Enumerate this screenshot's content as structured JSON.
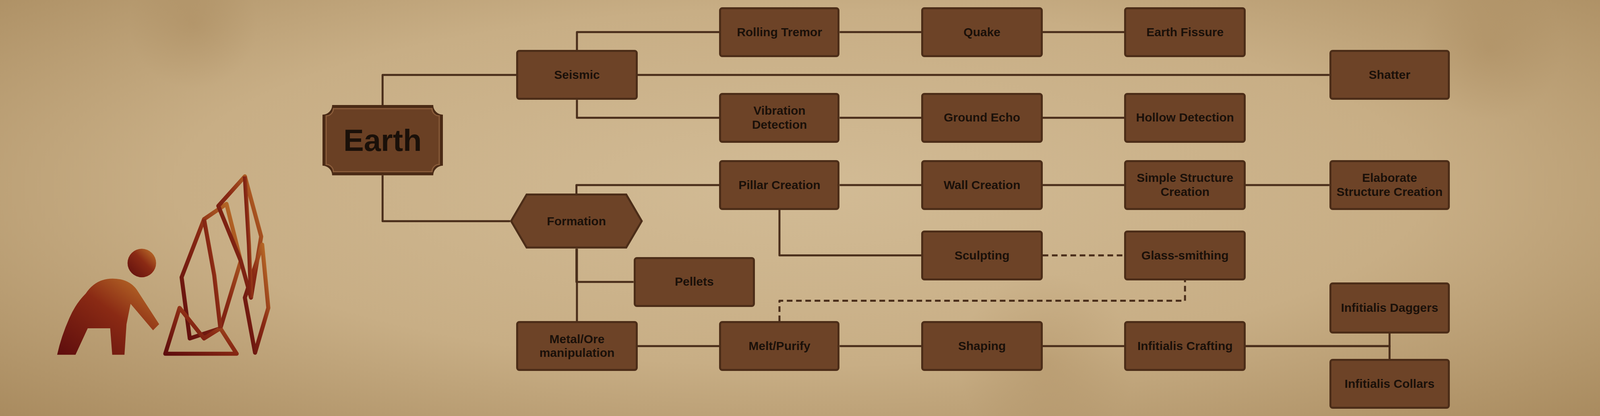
{
  "diagram": {
    "nodes": [
      {
        "text": [
          "Earth"
        ]
      },
      {
        "text": [
          "Seismic"
        ]
      },
      {
        "text": [
          "Rolling Tremor"
        ]
      },
      {
        "text": [
          "Quake"
        ]
      },
      {
        "text": [
          "Earth Fissure"
        ]
      },
      {
        "text": [
          "Shatter"
        ]
      },
      {
        "text": [
          "Vibration Detection"
        ]
      },
      {
        "text": [
          "Ground Echo"
        ]
      },
      {
        "text": [
          "Hollow Detection"
        ]
      },
      {
        "text": [
          "Formation"
        ]
      },
      {
        "text": [
          "Pillar Creation"
        ]
      },
      {
        "text": [
          "Wall Creation"
        ]
      },
      {
        "text": [
          "Simple Structure Creation"
        ]
      },
      {
        "text": [
          "Elaborate Structure Creation"
        ]
      },
      {
        "text": [
          "Sculpting"
        ]
      },
      {
        "text": [
          "Glass-smithing"
        ]
      },
      {
        "text": [
          "Pellets"
        ]
      },
      {
        "text": [
          "Metal/Ore manipulation"
        ]
      },
      {
        "text": [
          "Melt/Purify"
        ]
      },
      {
        "text": [
          "Shaping"
        ]
      },
      {
        "text": [
          "Infitialis Crafting"
        ]
      },
      {
        "text": [
          "Infitialis Daggers"
        ]
      },
      {
        "text": [
          "Infitialis Collars"
        ]
      }
    ],
    "edges": [
      {
        "from": 0,
        "to": 1,
        "arrow": "none"
      },
      {
        "from": 0,
        "to": 9,
        "arrow": "none"
      },
      {
        "from": 1,
        "to": 2,
        "arrow": "none"
      },
      {
        "from": 2,
        "to": 3,
        "arrow": "none"
      },
      {
        "from": 3,
        "to": 4,
        "arrow": "none"
      },
      {
        "from": 1,
        "to": 5,
        "arrow": "none"
      },
      {
        "from": 1,
        "to": 6,
        "arrow": "none"
      },
      {
        "from": 6,
        "to": 7,
        "arrow": "none"
      },
      {
        "from": 7,
        "to": 8,
        "arrow": "none"
      },
      {
        "from": 9,
        "to": 10,
        "arrow": "none"
      },
      {
        "from": 10,
        "to": 11,
        "arrow": "none"
      },
      {
        "from": 11,
        "to": 12,
        "arrow": "none"
      },
      {
        "from": 12,
        "to": 13,
        "arrow": "none"
      },
      {
        "from": 10,
        "to": 14,
        "arrow": "none"
      },
      {
        "from": 14,
        "to": 15,
        "arrow": "none"
      },
      {
        "from": 9,
        "to": 16,
        "arrow": "none"
      },
      {
        "from": 9,
        "to": 17,
        "arrow": "none"
      },
      {
        "from": 17,
        "to": 18,
        "arrow": "none"
      },
      {
        "from": 18,
        "to": 19,
        "arrow": "none"
      },
      {
        "from": 19,
        "to": 20,
        "arrow": "none"
      },
      {
        "from": 20,
        "to": 21,
        "arrow": "none"
      },
      {
        "from": 20,
        "to": 22,
        "arrow": "none"
      },
      {
        "from": 18,
        "to": 15,
        "arrow": "none"
      }
    ]
  }
}
